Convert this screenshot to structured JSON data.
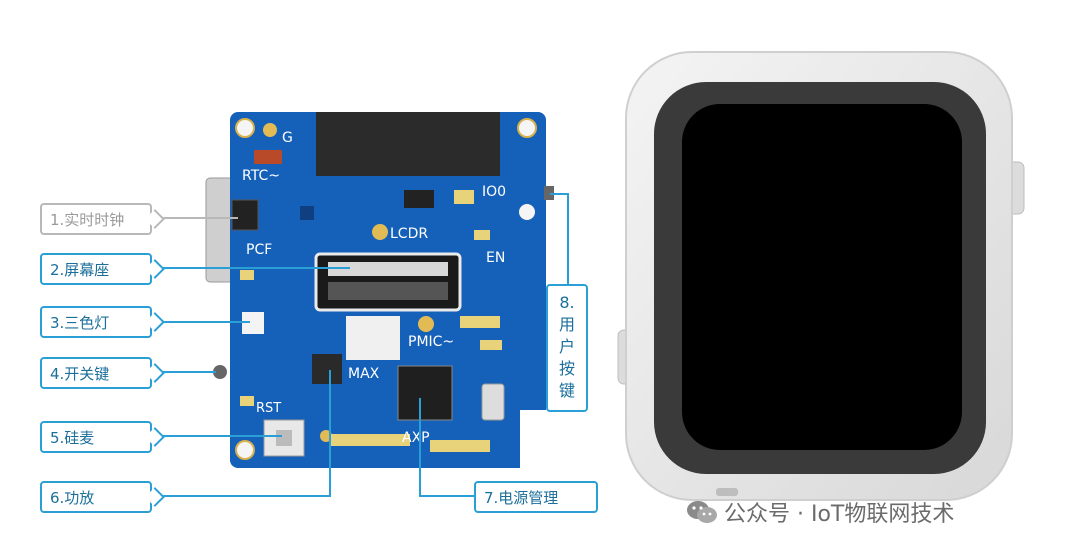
{
  "callouts": {
    "c1": "1.实时时钟",
    "c2": "2.屏幕座",
    "c3": "3.三色灯",
    "c4": "4.开关键",
    "c5": "5.硅麦",
    "c6": "6.功放",
    "c7": "7.电源管理",
    "c8": [
      "8.",
      "用",
      "户",
      "按",
      "键"
    ]
  },
  "pcb_labels": {
    "g": "G",
    "rtc": "RTC~",
    "io0": "IO0",
    "pcf": "PCF",
    "lcdr": "LCDR",
    "en": "EN",
    "pmic": "PMIC~",
    "max": "MAX",
    "rst": "RST",
    "axp": "AXP"
  },
  "watermark": {
    "text": "公众号 · IoT物联网技术",
    "icon": "wechat-icon"
  },
  "colors": {
    "pcb_blue": "#1560b8",
    "callout_blue": "#2a9fd6",
    "callout_grey": "#b8b8b8"
  }
}
